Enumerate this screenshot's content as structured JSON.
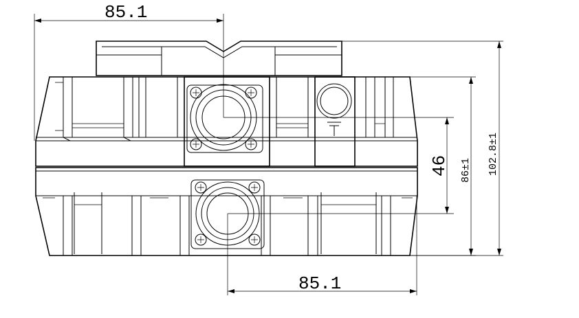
{
  "dimensions": {
    "top_width": "85.1",
    "bottom_width": "85.1",
    "connector_spacing": "46",
    "center_height": "86±1",
    "overall_height": "102.8±1"
  },
  "symbols": {
    "ground": "ground-symbol"
  }
}
